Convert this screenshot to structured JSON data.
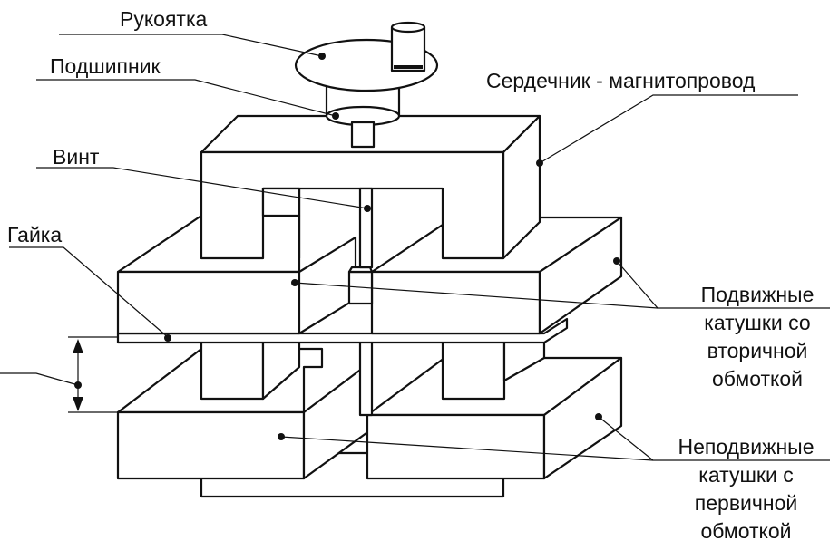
{
  "labels": {
    "handle": "Рукоятка",
    "bearing": "Подшипник",
    "core": "Сердечник - магнитопровод",
    "screw": "Винт",
    "nut": "Гайка",
    "movable_coils": [
      "Подвижные",
      "катушки со",
      "вторичной",
      "обмоткой"
    ],
    "fixed_coils": [
      "Неподвижные",
      "катушки с",
      "первичной",
      "обмоткой"
    ]
  }
}
